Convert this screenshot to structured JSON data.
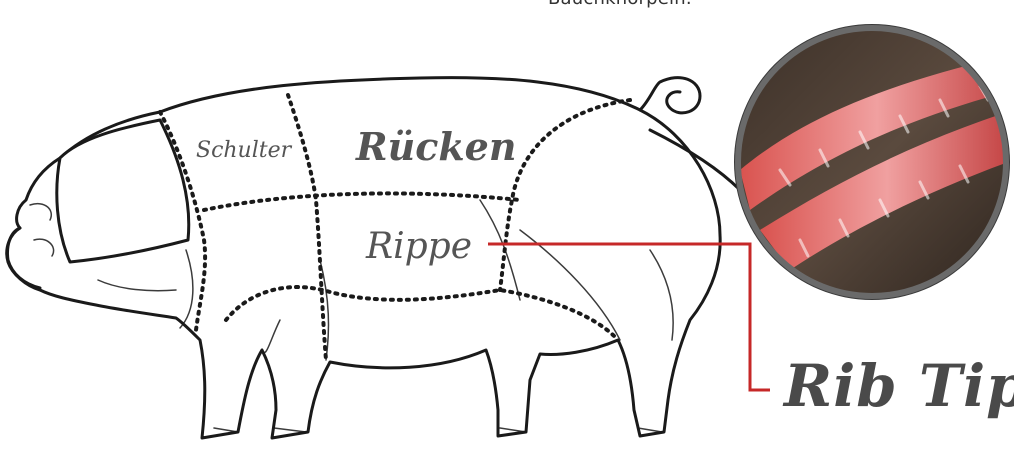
{
  "caption": "Bauchknorpeln.",
  "cuts": {
    "shoulder": "Schulter",
    "back": "Rücken",
    "rib": "Rippe"
  },
  "callout": {
    "label": "Rib Tips",
    "line_color": "#c62828"
  },
  "colors": {
    "outline": "#1a1a1a",
    "label_text": "#555555"
  }
}
